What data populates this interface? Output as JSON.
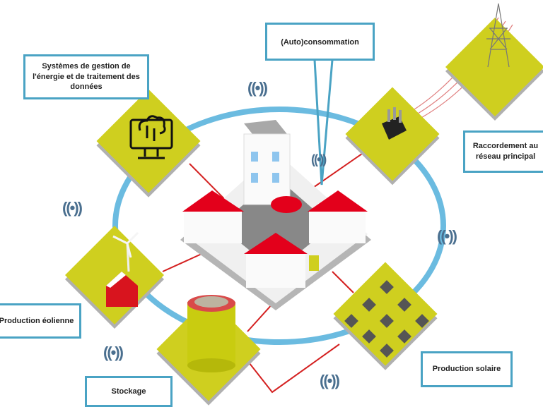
{
  "labels": {
    "energy_management": "Systèmes de gestion de l'énergie et de traitement des données",
    "self_consumption": "(Auto)consommation",
    "grid_connection": "Raccordement au réseau principal",
    "wind_production": "Production éolienne",
    "storage": "Stockage",
    "solar_production": "Production solaire"
  },
  "wifi_glyph": "((•))",
  "colors": {
    "tile": "#cfcf1f",
    "ring": "#5fb4d8",
    "border": "#4aa3c4",
    "link": "#d42020",
    "roof": "#e3001b"
  }
}
